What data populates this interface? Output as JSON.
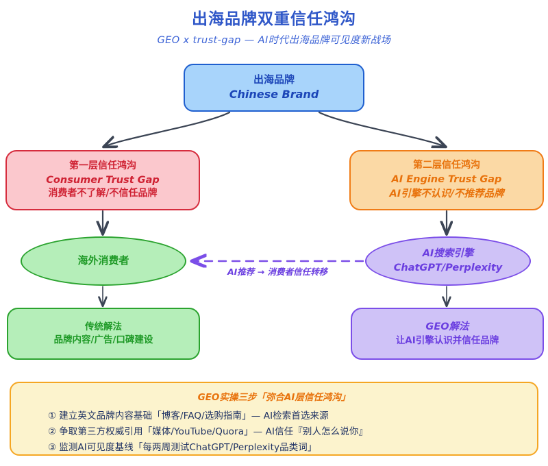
{
  "header": {
    "title": "出海品牌双重信任鸿沟",
    "subtitle": "GEO x trust-gap — AI时代出海品牌可见度新战场"
  },
  "nodes": {
    "brand": {
      "line_cn": "出海品牌",
      "line_en": "Chinese Brand"
    },
    "gap1": {
      "line_cn": "第一层信任鸿沟",
      "line_en": "Consumer Trust Gap",
      "line_desc": "消费者不了解/不信任品牌"
    },
    "gap2": {
      "line_cn": "第二层信任鸿沟",
      "line_en": "AI Engine Trust Gap",
      "line_desc": "AI引擎不认识/不推荐品牌"
    },
    "consumer": {
      "line_cn": "海外消费者"
    },
    "aiengine": {
      "line_cn": "AI搜索引擎",
      "line_en": "ChatGPT/Perplexity"
    },
    "traditional": {
      "line_cn": "传统解法",
      "line_desc": "品牌内容/广告/口碑建设"
    },
    "geo": {
      "line_cn": "GEO解法",
      "line_desc": "让AI引擎认识并信任品牌"
    }
  },
  "edges": {
    "ai_recommend_label": "AI推荐 → 消费者信任转移"
  },
  "footer": {
    "title": "GEO实操三步「弥合AI层信任鸿沟」",
    "steps": [
      {
        "num": "①",
        "text": "建立英文品牌内容基础「博客/FAQ/选购指南」— AI检索首选来源"
      },
      {
        "num": "②",
        "text": "争取第三方权威引用「媒体/YouTube/Quora」— AI信任『别人怎么说你』"
      },
      {
        "num": "③",
        "text": "监测AI可见度基线「每两周测试ChatGPT/Perplexity品类词」"
      }
    ]
  },
  "colors": {
    "title": "#2f57c8",
    "brand_fill": "#a8d4fb",
    "brand_stroke": "#1f5fcf",
    "gap1_fill": "#fbc8cd",
    "gap1_stroke": "#d62d3e",
    "gap2_fill": "#fbd9a5",
    "gap2_stroke": "#f07c17",
    "green_fill": "#b5eeb9",
    "green_stroke": "#2ba32f",
    "purple_fill": "#cfc2f7",
    "purple_stroke": "#7b4ee8",
    "footer_fill": "#fcf3cd",
    "footer_stroke": "#f5a623",
    "arrow": "#3b4454"
  }
}
